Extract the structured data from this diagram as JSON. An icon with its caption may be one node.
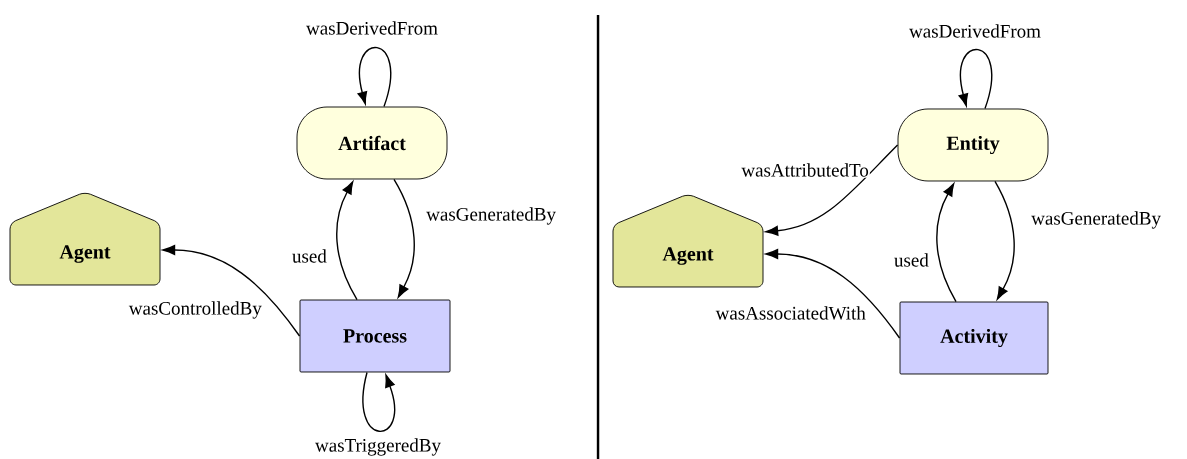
{
  "diagram": {
    "nodes": [
      {
        "text": [
          "Artifact"
        ]
      },
      {
        "text": [
          "Agent"
        ]
      },
      {
        "text": [
          "Process"
        ]
      },
      {
        "text": [
          "Entity"
        ]
      },
      {
        "text": [
          "Agent"
        ]
      },
      {
        "text": [
          "Activity"
        ]
      }
    ],
    "edges": [
      {
        "from": 0,
        "to": 0,
        "arrow": "to",
        "label": "wasDerivedFrom"
      },
      {
        "from": 2,
        "to": 0,
        "arrow": "to",
        "label": "used"
      },
      {
        "from": 0,
        "to": 2,
        "arrow": "to",
        "label": "wasGeneratedBy"
      },
      {
        "from": 2,
        "to": 1,
        "arrow": "to",
        "label": "wasControlledBy"
      },
      {
        "from": 2,
        "to": 2,
        "arrow": "to",
        "label": "wasTriggeredBy"
      },
      {
        "from": 3,
        "to": 3,
        "arrow": "to",
        "label": "wasDerivedFrom"
      },
      {
        "from": 3,
        "to": 4,
        "arrow": "to",
        "label": "wasAttributedTo"
      },
      {
        "from": 3,
        "to": 5,
        "arrow": "to",
        "label": "wasGeneratedBy"
      },
      {
        "from": 5,
        "to": 3,
        "arrow": "to",
        "label": "used"
      },
      {
        "from": 5,
        "to": 4,
        "arrow": "to",
        "label": "wasAssociatedWith"
      }
    ]
  }
}
